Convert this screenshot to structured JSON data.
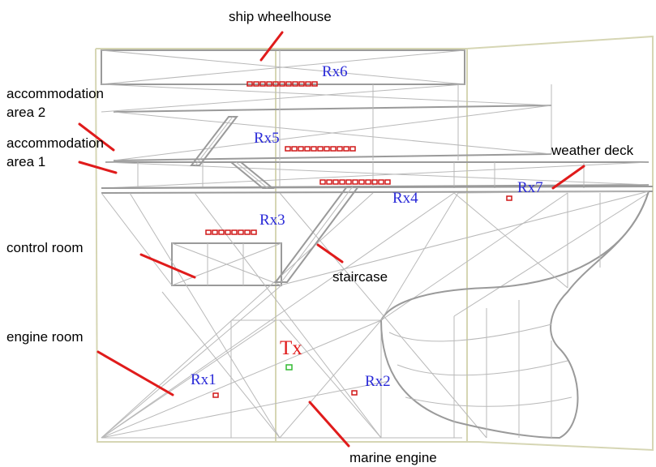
{
  "labels": {
    "ship_wheelhouse": "ship wheelhouse",
    "accommodation_area_2_line1": "accommodation",
    "accommodation_area_2_line2": "area 2",
    "accommodation_area_1_line1": "accommodation",
    "accommodation_area_1_line2": "area 1",
    "weather_deck": "weather deck",
    "control_room": "control room",
    "staircase": "staircase",
    "engine_room": "engine room",
    "marine_engine": "marine engine"
  },
  "receivers": [
    "Rx1",
    "Rx2",
    "Rx3",
    "Rx4",
    "Rx5",
    "Rx6",
    "Rx7"
  ],
  "transmitter": "Tx",
  "colors": {
    "pointer": "#e01b1b",
    "receiver_text": "#2a2ad8",
    "transmitter_text": "#e01b1b",
    "antenna": "#d01818",
    "tx_marker": "#33bb33",
    "wireframe": "#b9b9b9"
  }
}
